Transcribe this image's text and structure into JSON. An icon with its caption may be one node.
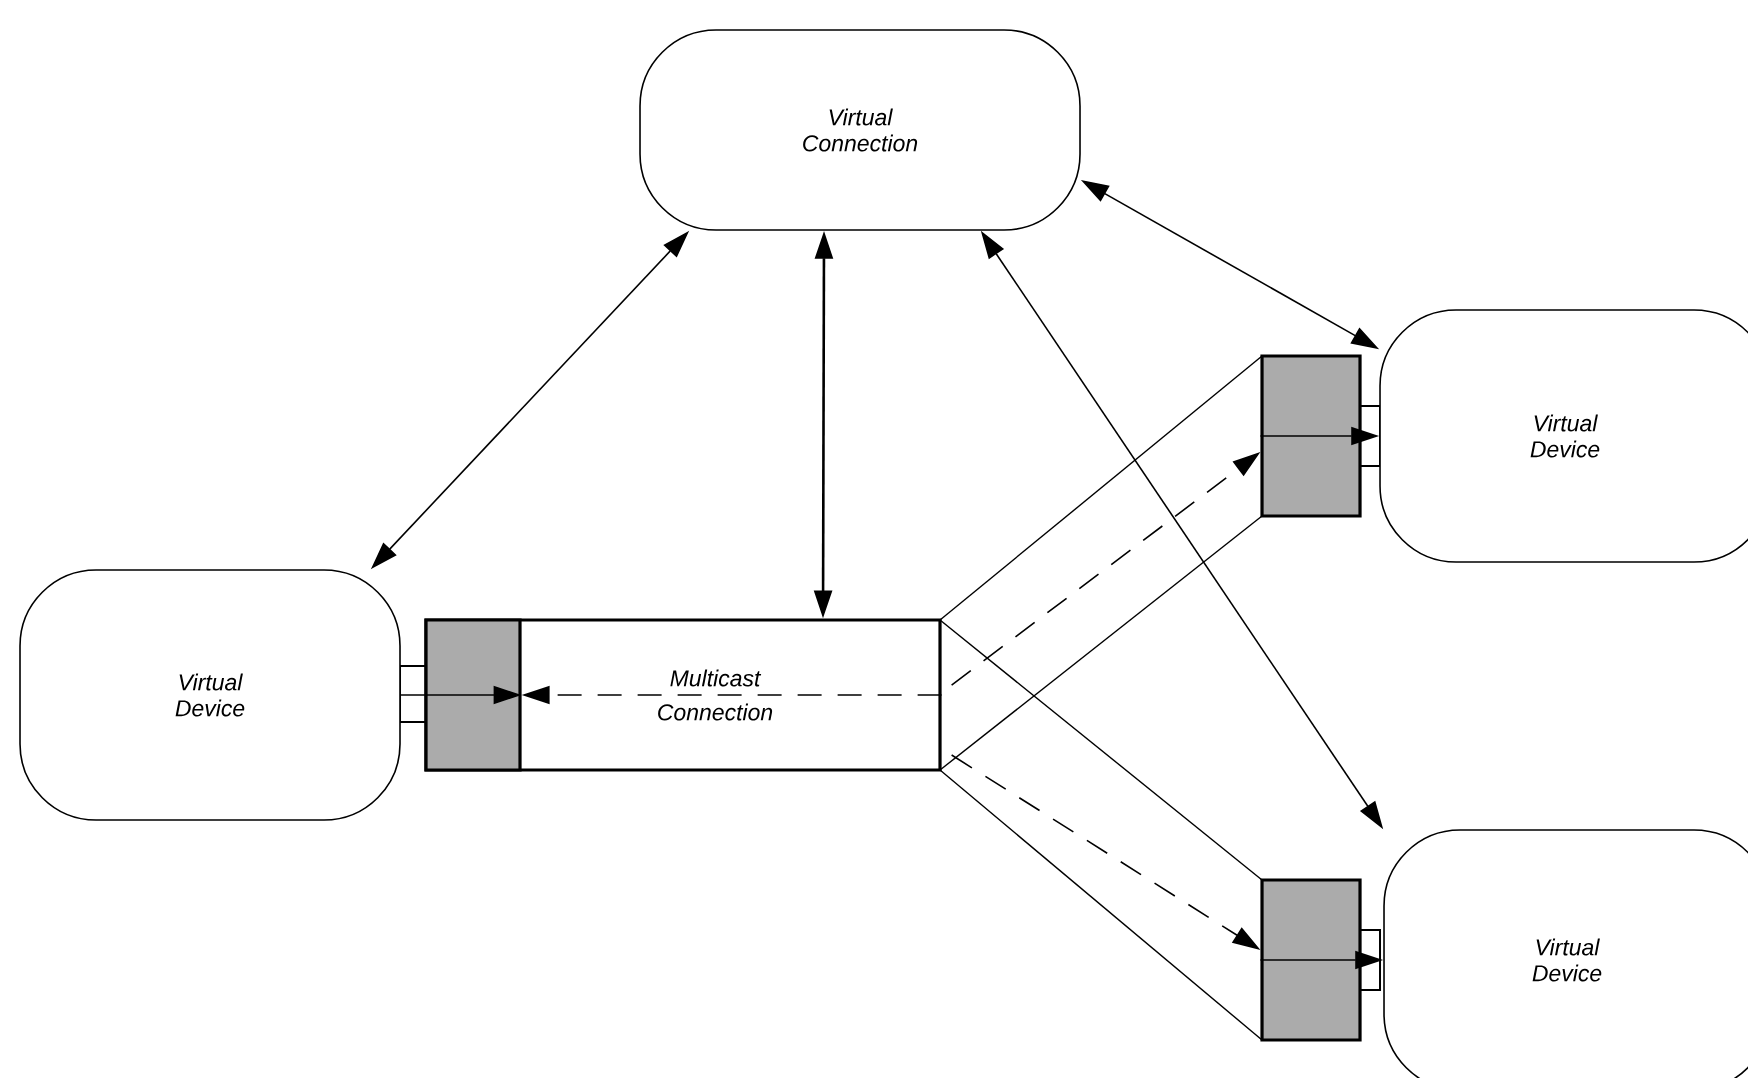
{
  "diagram": {
    "nodes": [
      {
        "text": [
          "Virtual Connection"
        ]
      },
      {
        "text": [
          "Virtual Device"
        ]
      },
      {
        "text": [
          "Multicast Connection"
        ]
      },
      {
        "text": [
          "Virtual Device"
        ]
      },
      {
        "text": [
          "Virtual Device"
        ]
      },
      {
        "text": [],
        "shape": "box",
        "in": 2
      },
      {
        "text": [],
        "shape": "box"
      },
      {
        "text": [],
        "shape": "box"
      }
    ],
    "edges": [
      {
        "from": 0,
        "to": 1,
        "arrow": "both"
      },
      {
        "from": 0,
        "to": 2,
        "arrow": "both"
      },
      {
        "from": 0,
        "to": 3,
        "arrow": "both"
      },
      {
        "from": 0,
        "to": 4,
        "arrow": "both"
      },
      {
        "from": 2,
        "to": 5,
        "arrow": "to",
        "style": "dashed"
      },
      {
        "from": 1,
        "to": 5,
        "arrow": "to"
      },
      {
        "from": 2,
        "to": 6,
        "arrow": "to",
        "style": "dashed"
      },
      {
        "from": 6,
        "to": 3,
        "arrow": "to"
      },
      {
        "from": 2,
        "to": 7,
        "arrow": "to",
        "style": "dashed"
      },
      {
        "from": 7,
        "to": 4,
        "arrow": "to"
      }
    ]
  }
}
